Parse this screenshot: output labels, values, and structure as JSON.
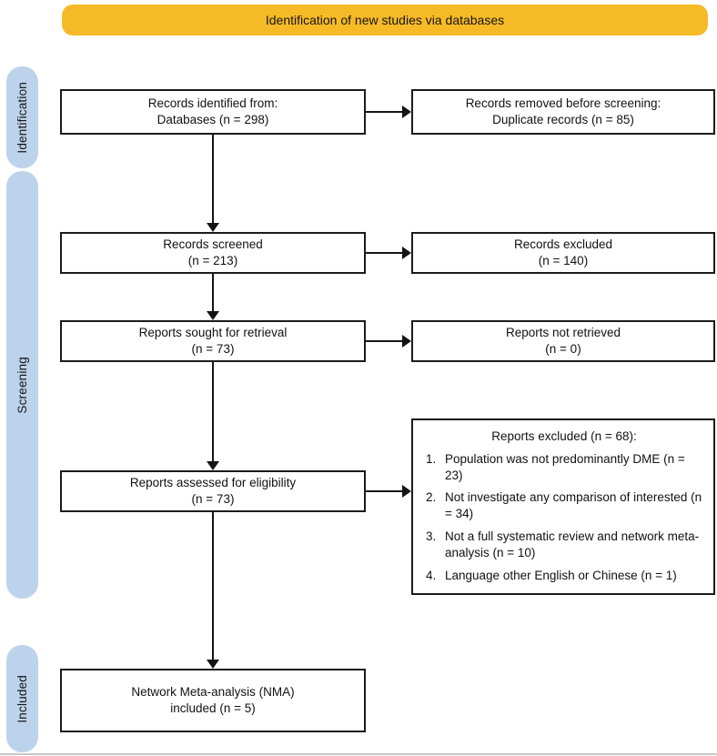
{
  "banner": {
    "label": "Identification of new studies via databases",
    "bg_color": "#F7BA27"
  },
  "sidebar": {
    "bg_color": "#BDD3EC",
    "stages": [
      {
        "label": "Identification"
      },
      {
        "label": "Screening"
      },
      {
        "label": "Included"
      }
    ]
  },
  "flow": {
    "boxes": {
      "records_identified": {
        "line1": "Records identified from:",
        "line2": "Databases (n = 298)"
      },
      "records_removed": {
        "line1": "Records removed before screening:",
        "line2": "Duplicate records (n = 85)"
      },
      "records_screened": {
        "line1": "Records screened",
        "line2": "(n = 213)"
      },
      "records_excluded": {
        "line1": "Records excluded",
        "line2": "(n = 140)"
      },
      "reports_sought": {
        "line1": "Reports sought for retrieval",
        "line2": "(n = 73)"
      },
      "reports_not_retrieved": {
        "line1": "Reports not retrieved",
        "line2": "(n = 0)"
      },
      "reports_assessed": {
        "line1": "Reports assessed for eligibility",
        "line2": "(n = 73)"
      },
      "reports_excluded_detail": {
        "title": "Reports excluded (n = 68):",
        "reasons": [
          {
            "num": "1.",
            "text": "Population was not predominantly DME (n = 23)"
          },
          {
            "num": "2.",
            "text": "Not investigate any comparison of interested (n = 34)"
          },
          {
            "num": "3.",
            "text": "Not a full systematic review and network meta-analysis (n = 10)"
          },
          {
            "num": "4.",
            "text": "Language other English or Chinese (n = 1)"
          }
        ]
      },
      "nma_included": {
        "line1": "Network Meta-analysis (NMA)",
        "line2": "included (n = 5)"
      }
    }
  }
}
